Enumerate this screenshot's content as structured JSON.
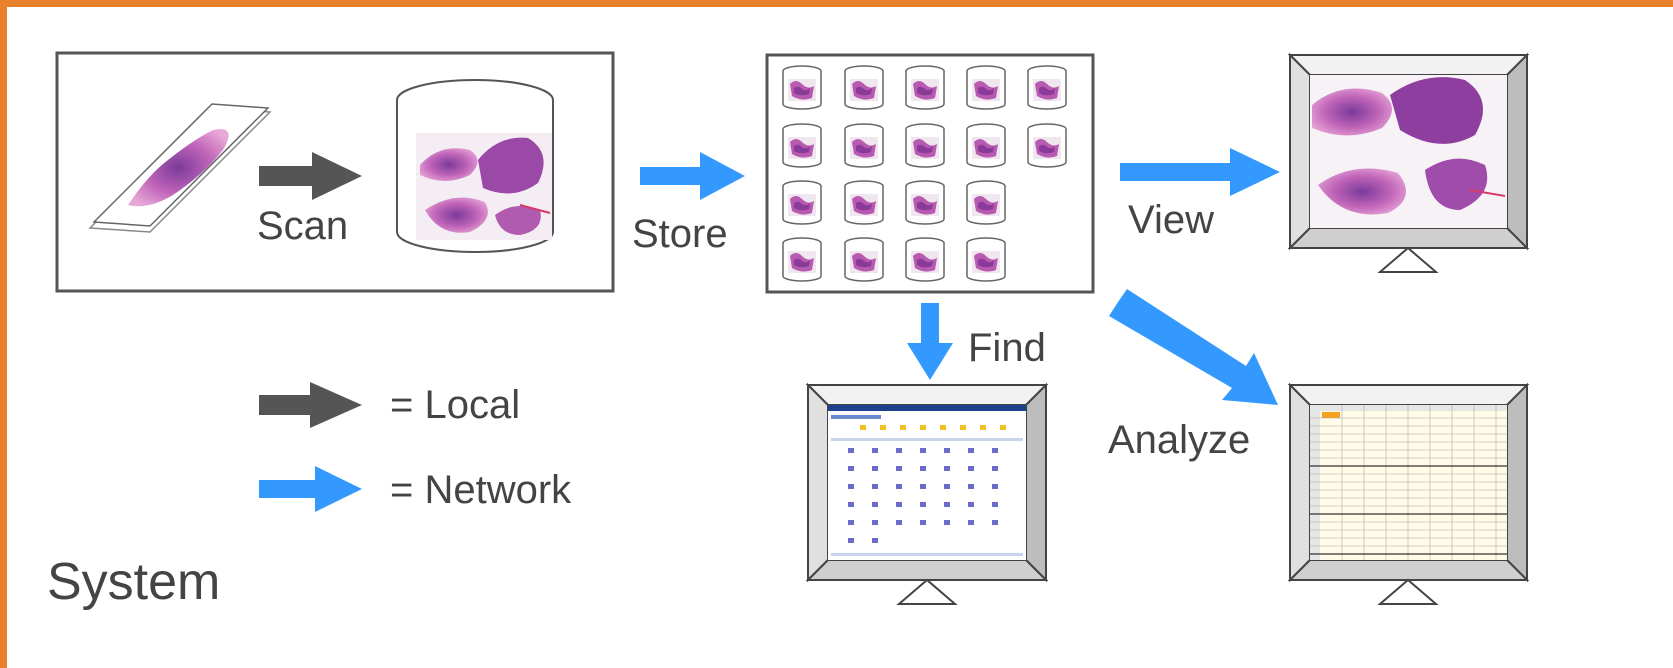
{
  "labels": {
    "scan": "Scan",
    "store": "Store",
    "view": "View",
    "find": "Find",
    "analyze": "Analyze",
    "local": "= Local",
    "network": "= Network",
    "system": "System"
  },
  "colors": {
    "border": "#e8822a",
    "local_arrow": "#555555",
    "network_arrow": "#3399ff",
    "tissue": "#c060b0"
  },
  "icons": [
    "glass-slide-icon",
    "database-icon",
    "database-grid-icon",
    "monitor-icon"
  ]
}
